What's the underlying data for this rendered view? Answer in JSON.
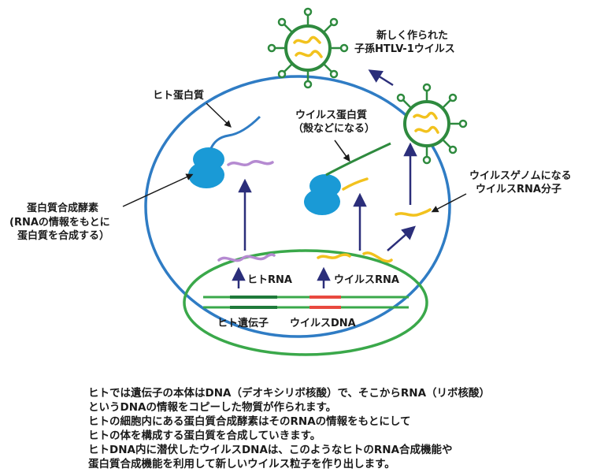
{
  "labels": {
    "human_protein": "ヒト蛋白質",
    "virus_protein_line1": "ウイルス蛋白質",
    "virus_protein_line2": "（殻などになる）",
    "new_virus_line1": "新しく作られた",
    "new_virus_line2": "子孫HTLV-1ウイルス",
    "virus_genome_line1": "ウイルスゲノムになる",
    "virus_genome_line2": "ウイルスRNA分子",
    "enzyme_line1": "蛋白質合成酵素",
    "enzyme_line2": "(RNAの情報をもとに",
    "enzyme_line3": "蛋白質を合成する）",
    "human_rna": "ヒトRNA",
    "virus_rna": "ウイルスRNA",
    "human_gene": "ヒト遺伝子",
    "virus_dna": "ウイルスDNA"
  },
  "caption": [
    "ヒトでは遺伝子の本体はDNA（デオキシリボ核酸）で、そこからRNA（リボ核酸）",
    "というDNAの情報をコピーした物質が作られます。",
    "ヒトの細胞内にある蛋白質合成酵素はそのRNAの情報をもとにして",
    "ヒトの体を構成する蛋白質を合成していきます。",
    "ヒトDNA内に潜伏したウイルスDNAは、このようなヒトのRNA合成機能や",
    "蛋白質合成機能を利用して新しいウイルス粒子を作り出します。"
  ],
  "colors": {
    "cell_membrane": "#2f7cc4",
    "nucleus": "#3aa84a",
    "ribosome": "#1a9ad6",
    "human_rna": "#b58ad1",
    "virus_rna": "#f2c21e",
    "arrow": "#2b2e7a",
    "virus_dna_segment": "#e8493f",
    "human_gene_segment": "#1f7a3a"
  }
}
